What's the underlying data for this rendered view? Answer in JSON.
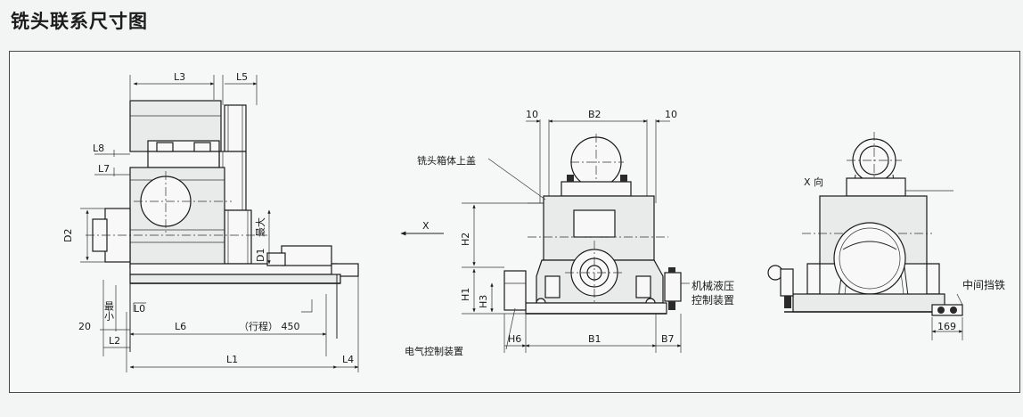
{
  "title": "铣头联系尺寸图",
  "labels": {
    "L3": "L3",
    "L5": "L5",
    "L8": "L8",
    "L7": "L7",
    "D2": "D2",
    "D1": "D1",
    "max": "最大",
    "min": "最小",
    "L0": "L0",
    "L6": "L6",
    "stroke": "（行程） 450",
    "twenty": "20",
    "L2": "L2",
    "L1": "L1",
    "L4": "L4",
    "X": "X",
    "ten_left": "10",
    "B2": "B2",
    "ten_right": "10",
    "upper_cover": "铣头箱体上盖",
    "H2": "H2",
    "H1": "H1",
    "H3": "H3",
    "H6": "H6",
    "B1": "B1",
    "B7": "B7",
    "hydraulic1": "机械液压",
    "hydraulic2": "控制装置",
    "electric": "电气控制装置",
    "x_dir": "X 向",
    "middle_stop": "中间挡铁",
    "d169": "169"
  }
}
